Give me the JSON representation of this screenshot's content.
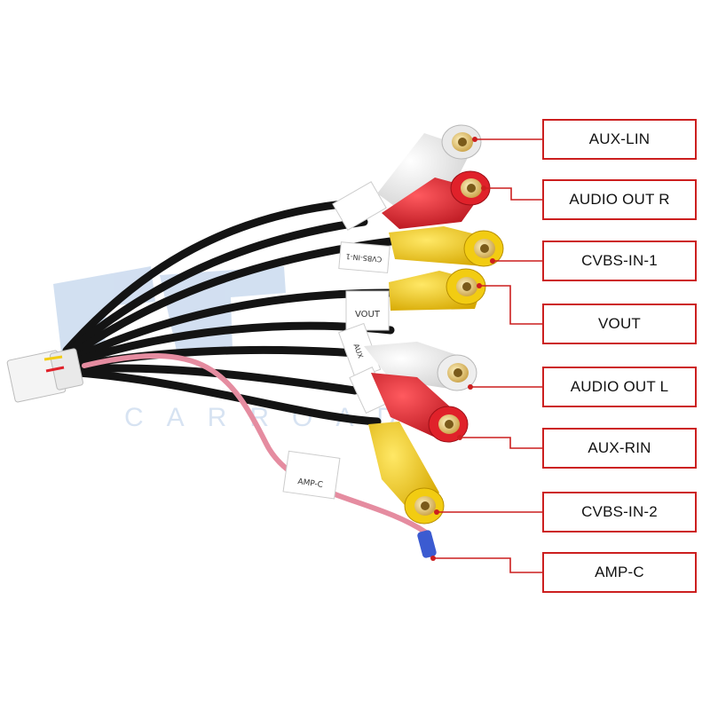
{
  "callouts": [
    {
      "label": "AUX-LIN"
    },
    {
      "label": "AUDIO OUT R"
    },
    {
      "label": "CVBS-IN-1"
    },
    {
      "label": "VOUT"
    },
    {
      "label": "AUDIO OUT L"
    },
    {
      "label": "AUX-RIN"
    },
    {
      "label": "CVBS-IN-2"
    },
    {
      "label": "AMP-C"
    }
  ],
  "cable_tags": {
    "cvbs_in_1": "CVBS-IN-1",
    "vout": "VOUT",
    "aux": "AUX",
    "amp_c": "AMP-C"
  },
  "watermark": {
    "text": "CARROAD"
  },
  "colors": {
    "leader": "#cc1f1f",
    "white_plug": "#f2f2f2",
    "red_plug": "#e0212a",
    "yellow_plug": "#f2cc12",
    "cable_black": "#141414",
    "cable_pink": "#e58ca0"
  }
}
